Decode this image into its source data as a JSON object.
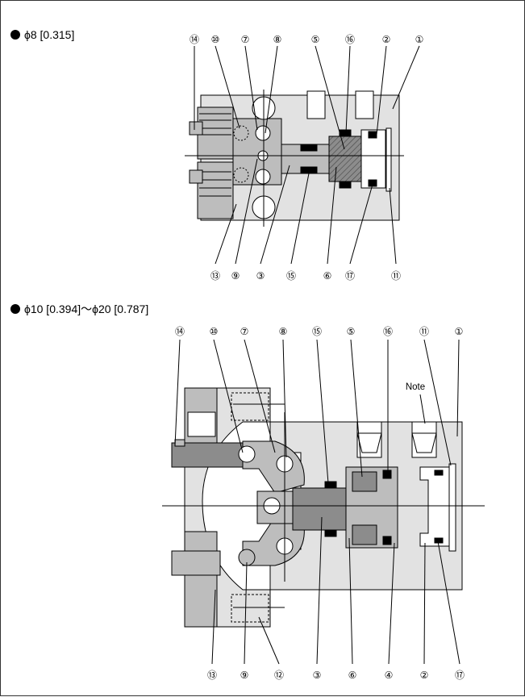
{
  "section_small": {
    "heading": "ϕ8 [0.315]",
    "callouts_top": [
      "⑭",
      "⑩",
      "⑦",
      "⑧",
      "⑤",
      "⑯",
      "②",
      "①"
    ],
    "callouts_bottom": [
      "⑬",
      "⑨",
      "③",
      "⑮",
      "⑥",
      "⑰",
      "⑪"
    ]
  },
  "section_large": {
    "heading": "ϕ10 [0.394]～ϕ20 [0.787]",
    "note": "Note",
    "callouts_top": [
      "⑭",
      "⑩",
      "⑦",
      "⑧",
      "⑮",
      "⑤",
      "⑯",
      "⑪",
      "①"
    ],
    "callouts_bottom": [
      "⑬",
      "⑨",
      "⑫",
      "③",
      "⑥",
      "④",
      "②",
      "⑰"
    ]
  },
  "colors": {
    "light_gray": "#e2e2e2",
    "mid_gray": "#bdbdbd",
    "dark_gray": "#8c8c8c",
    "line": "#000000"
  }
}
